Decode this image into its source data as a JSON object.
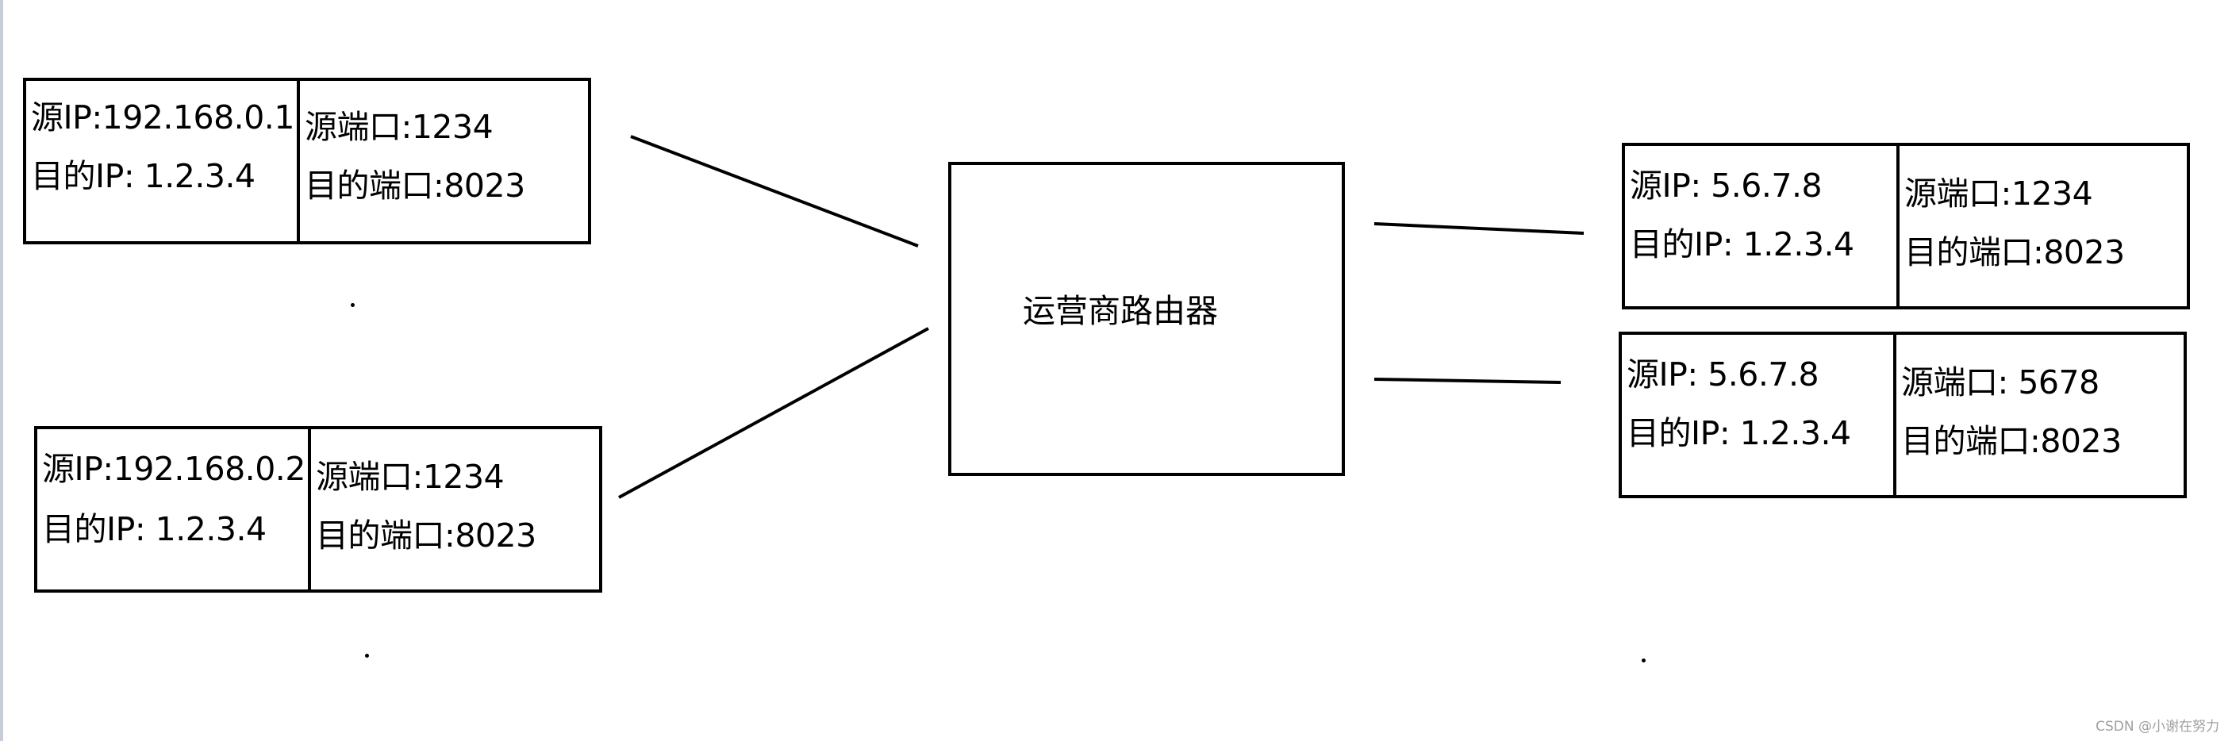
{
  "hosts": [
    {
      "src_ip": "源IP:192.168.0.1",
      "dst_ip": "目的IP: 1.2.3.4",
      "src_port": "源端口:1234",
      "dst_port": "目的端口:8023"
    },
    {
      "src_ip": "源IP:192.168.0.2",
      "dst_ip": "目的IP: 1.2.3.4",
      "src_port": "源端口:1234",
      "dst_port": "目的端口:8023"
    }
  ],
  "router": {
    "label": "运营商路由器"
  },
  "translated": [
    {
      "src_ip": "源IP:  5.6.7.8",
      "dst_ip": "目的IP: 1.2.3.4",
      "src_port": "源端口:1234",
      "dst_port": "目的端口:8023"
    },
    {
      "src_ip": "源IP:  5.6.7.8",
      "dst_ip": "目的IP: 1.2.3.4",
      "src_port": "源端口: 5678",
      "dst_port": "目的端口:8023"
    }
  ],
  "watermark": "CSDN @小谢在努力"
}
